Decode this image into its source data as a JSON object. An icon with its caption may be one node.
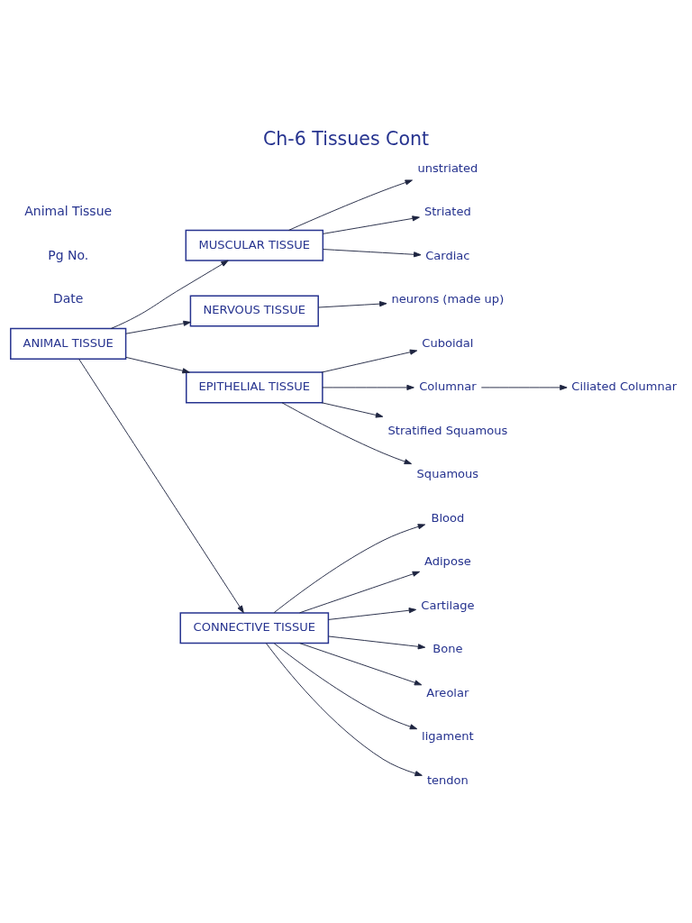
{
  "diagram": {
    "title": "Ch-6 Tissues Cont",
    "nodes": [
      {
        "text": [
          "MUSCULAR TISSUE"
        ]
      },
      {
        "text": [
          "unstriated"
        ]
      },
      {
        "text": [
          "Striated"
        ]
      },
      {
        "text": [
          "Cardiac"
        ]
      },
      {
        "text": [
          "NERVOUS TISSUE"
        ]
      },
      {
        "text": [
          "neurons (made up)"
        ]
      },
      {
        "text": [
          "ANIMAL TISSUE"
        ]
      },
      {
        "text": [
          "EPITHELIAL TISSUE"
        ]
      },
      {
        "text": [
          "Cuboidal"
        ]
      },
      {
        "text": [
          "Columnar"
        ]
      },
      {
        "text": [
          "Ciliated Columnar"
        ]
      },
      {
        "text": [
          "Stratified Squamous"
        ]
      },
      {
        "text": [
          "Squamous"
        ]
      },
      {
        "text": [
          "CONNECTIVE TISSUE"
        ]
      },
      {
        "text": [
          "Blood"
        ]
      },
      {
        "text": [
          "Adipose"
        ]
      },
      {
        "text": [
          "Cartilage"
        ]
      },
      {
        "text": [
          "Bone"
        ]
      },
      {
        "text": [
          "Areolar"
        ]
      },
      {
        "text": [
          "ligament"
        ]
      },
      {
        "text": [
          "tendon"
        ]
      }
    ],
    "edges": [
      {
        "from": 6,
        "to": 0,
        "arrow": "to"
      },
      {
        "from": 6,
        "to": 4,
        "arrow": "to"
      },
      {
        "from": 6,
        "to": 7,
        "arrow": "to"
      },
      {
        "from": 6,
        "to": 13,
        "arrow": "to"
      },
      {
        "from": 0,
        "to": 1,
        "arrow": "to"
      },
      {
        "from": 0,
        "to": 2,
        "arrow": "to"
      },
      {
        "from": 0,
        "to": 3,
        "arrow": "to"
      },
      {
        "from": 4,
        "to": 5,
        "arrow": "to"
      },
      {
        "from": 7,
        "to": 8,
        "arrow": "to"
      },
      {
        "from": 7,
        "to": 9,
        "arrow": "to"
      },
      {
        "from": 9,
        "to": 10,
        "arrow": "to"
      },
      {
        "from": 7,
        "to": 11,
        "arrow": "to"
      },
      {
        "from": 7,
        "to": 12,
        "arrow": "to"
      },
      {
        "from": 13,
        "to": 14,
        "arrow": "to"
      },
      {
        "from": 13,
        "to": 15,
        "arrow": "to"
      },
      {
        "from": 13,
        "to": 16,
        "arrow": "to"
      },
      {
        "from": 13,
        "to": 17,
        "arrow": "to"
      },
      {
        "from": 13,
        "to": 18,
        "arrow": "to"
      },
      {
        "from": 13,
        "to": 19,
        "arrow": "to"
      },
      {
        "from": 13,
        "to": 20,
        "arrow": "to"
      }
    ],
    "labels": [
      "Date",
      "Pg No.",
      "Animal Tissue"
    ]
  }
}
